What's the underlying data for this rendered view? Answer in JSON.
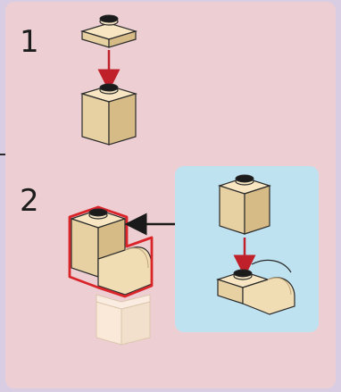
{
  "steps": [
    {
      "number": "1"
    },
    {
      "number": "2"
    }
  ],
  "colors": {
    "background": "#d9cde3",
    "panel": "#edcfd3",
    "callout": "#bfe2f1",
    "brick": "#f7e6c1",
    "brick_shade": "#e7d0a2",
    "brick_dark": "#d6bb86",
    "highlight": "#d9252a",
    "arrow_red": "#c0202a",
    "arrow_black": "#1a1a1a"
  },
  "icons": {
    "step1_move": "red-down-arrow",
    "step2_callout": "black-left-arrow",
    "callout_move": "red-down-arrow"
  }
}
